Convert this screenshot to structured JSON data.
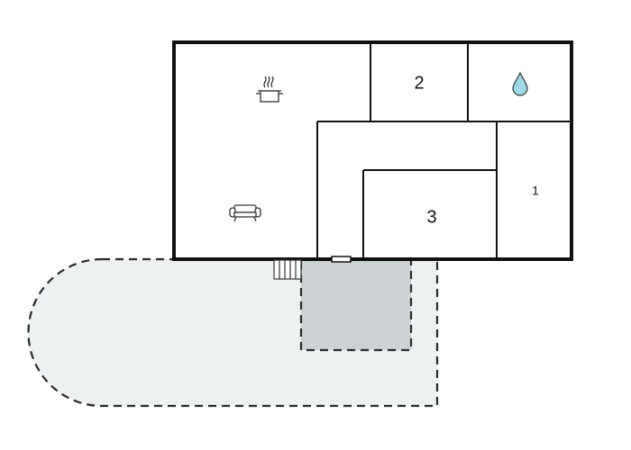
{
  "colors": {
    "wall": "#111111",
    "terrace": "#edf1f1",
    "covered_terrace": "#cdd2d4",
    "dashed_outline": "#2a2a2a",
    "water_drop": "#9fd8e6",
    "icon_stroke": "#333333",
    "background": "#ffffff"
  },
  "rooms": {
    "bedroom_1": {
      "label": "1"
    },
    "bedroom_2": {
      "label": "2"
    },
    "bedroom_3": {
      "label": "3"
    }
  },
  "icons": {
    "kitchen": "cooking-pot-icon",
    "living": "sofa-icon",
    "bathroom": "water-drop-icon"
  }
}
